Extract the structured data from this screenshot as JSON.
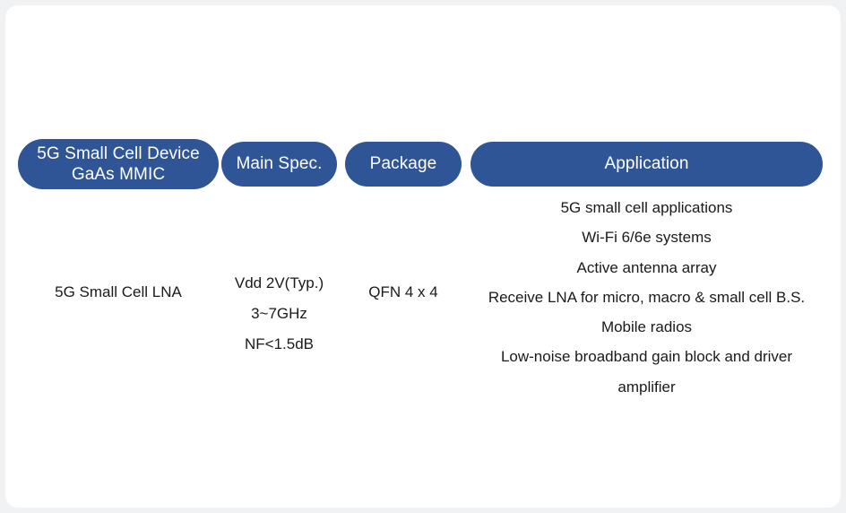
{
  "theme": {
    "pill_color": "#2F5597",
    "pill_text_color": "#FFFFFF",
    "body_text_color": "#1A1A1A",
    "card_background": "#FFFFFF",
    "page_background": "#F1F2F4"
  },
  "columns": [
    {
      "header": "5G Small Cell Device\nGaAs MMIC",
      "header_line1": "5G Small Cell Device",
      "header_line2": "GaAs MMIC",
      "items": [
        "5G Small Cell LNA"
      ]
    },
    {
      "header": "Main Spec.",
      "items": [
        "Vdd 2V(Typ.)",
        "3~7GHz",
        "NF<1.5dB"
      ]
    },
    {
      "header": "Package",
      "items": [
        "QFN 4 x 4"
      ]
    },
    {
      "header": "Application",
      "items": [
        "5G small cell applications",
        "Wi-Fi 6/6e systems",
        "Active antenna array",
        "Receive LNA for micro, macro & small cell B.S.",
        "Mobile radios",
        "Low-noise broadband gain block and driver amplifier"
      ]
    }
  ]
}
